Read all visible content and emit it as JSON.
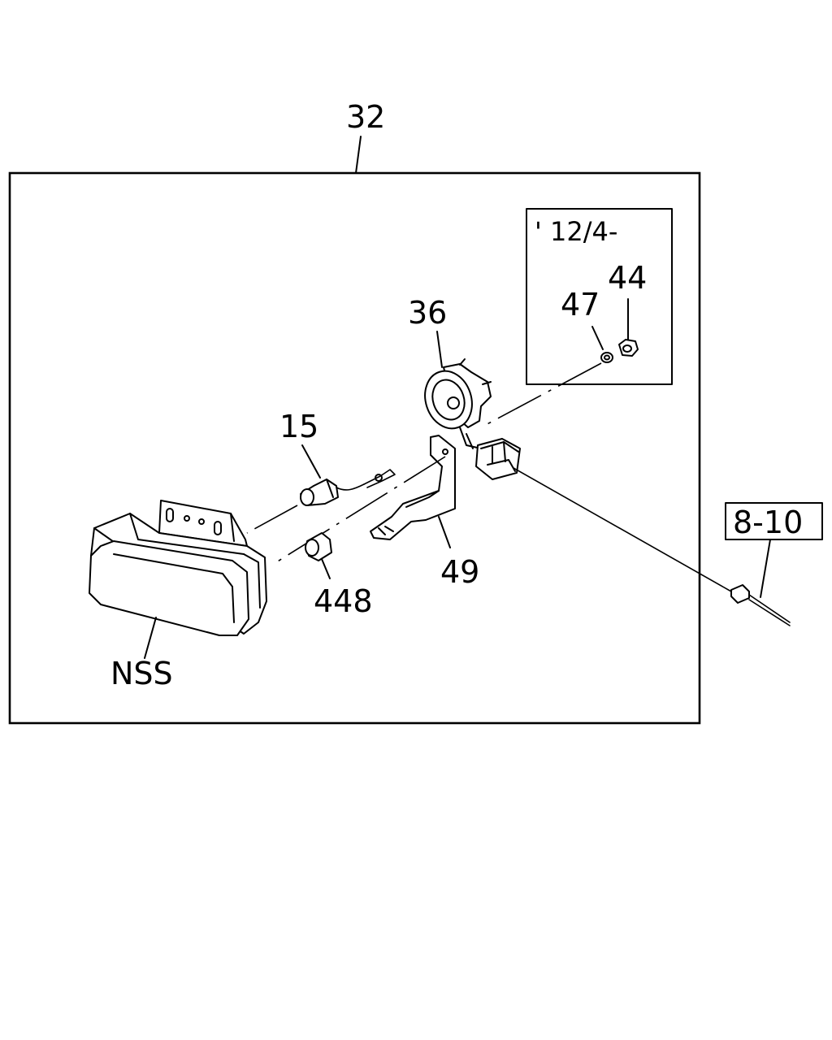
{
  "labels": {
    "assembly": "32",
    "inset_date": "' 12/4-",
    "nut": "44",
    "washer": "47",
    "bracket_unit": "36",
    "bulb": "15",
    "bracket": "49",
    "grommet": "448",
    "lamp": "NSS",
    "ref": "8-10"
  }
}
